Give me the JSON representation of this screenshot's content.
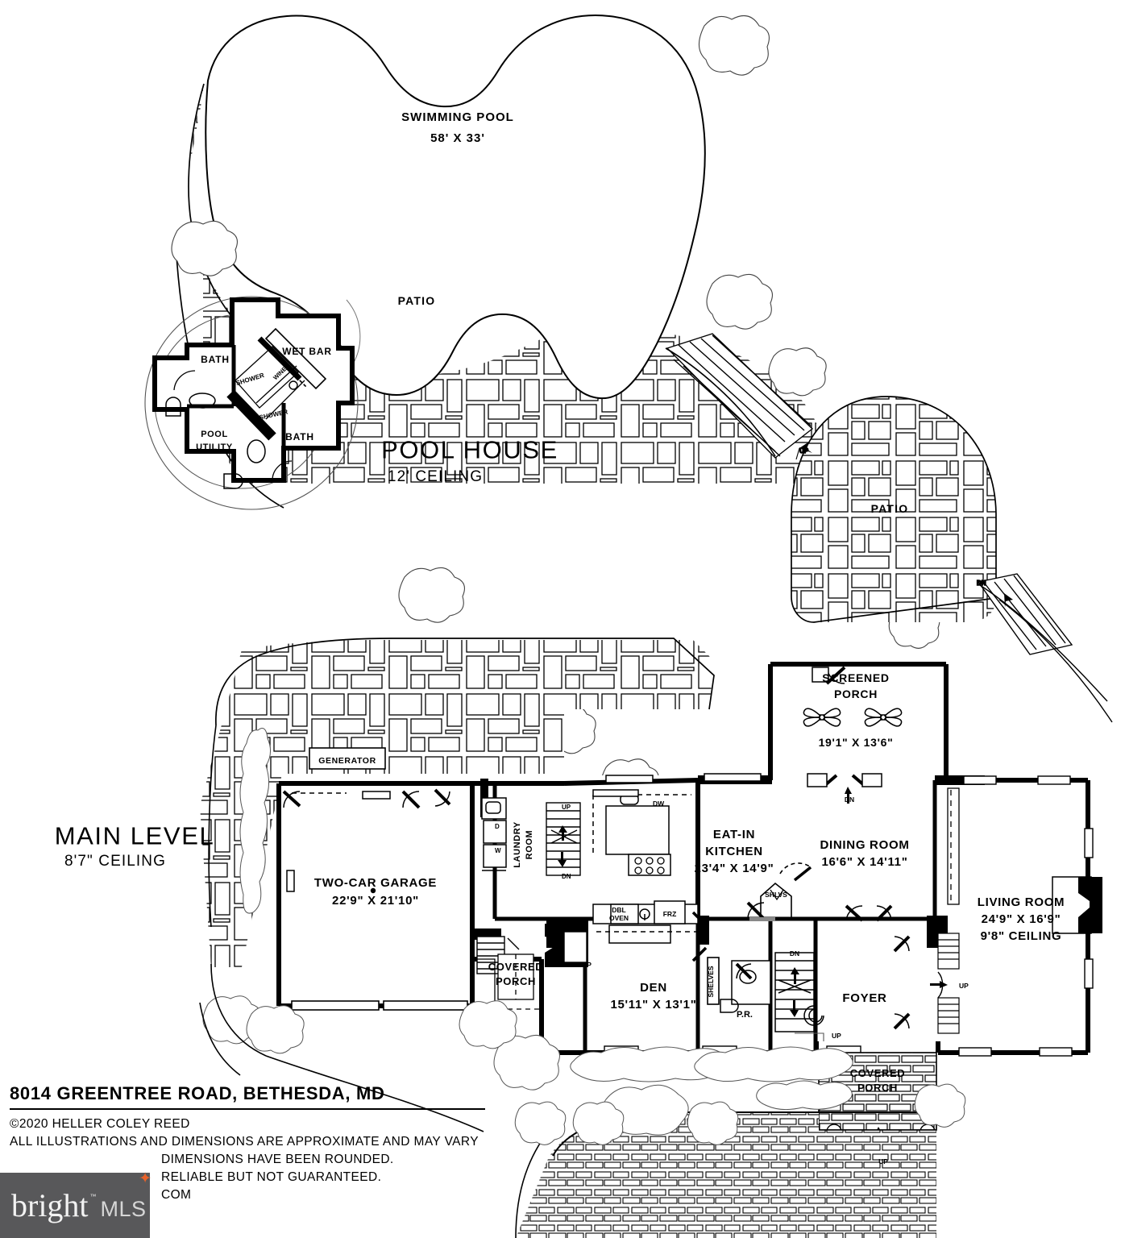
{
  "document": {
    "type": "architectural-floor-plan",
    "address": "8014 GREENTREE ROAD, BETHESDA, MD",
    "copyright": "©2020 HELLER COLEY REED",
    "disclaimer_lines": [
      "ALL ILLUSTRATIONS AND DIMENSIONS ARE APPROXIMATE AND MAY VARY",
      "DIMENSIONS HAVE BEEN ROUNDED.",
      "RELIABLE BUT NOT GUARANTEED.",
      "COM"
    ]
  },
  "watermark": {
    "brand": "bright",
    "suffix": "MLS",
    "tm": "™",
    "bg_color": "#58585a",
    "text_color": "#f2f2f2",
    "accent_color": "#e8622a"
  },
  "titles": {
    "pool_house": {
      "name": "POOL HOUSE",
      "ceiling": "12' CEILING"
    },
    "main_level": {
      "name": "MAIN LEVEL",
      "ceiling": "8'7\" CEILING"
    }
  },
  "outdoor": {
    "pool": {
      "label": "SWIMMING POOL",
      "dimensions": "58' X 33'"
    },
    "patio_upper": "PATIO",
    "patio_right": "PATIO"
  },
  "pool_house_rooms": [
    {
      "name": "BATH"
    },
    {
      "name": "WET BAR"
    },
    {
      "name": "WINE"
    },
    {
      "name": "SHOWER"
    },
    {
      "name": "SHOWER"
    },
    {
      "name": "POOL\nUTILITY"
    },
    {
      "name": "BATH"
    }
  ],
  "main_level_rooms": [
    {
      "name": "TWO-CAR GARAGE",
      "dimensions": "22'9\" X 21'10\""
    },
    {
      "name": "EAT-IN\nKITCHEN",
      "dimensions": "23'4\" X 14'9\""
    },
    {
      "name": "DINING ROOM",
      "dimensions": "16'6\" X 14'11\""
    },
    {
      "name": "LIVING ROOM",
      "dimensions": "24'9\" X 16'9\"",
      "ceiling": "9'8\" CEILING"
    },
    {
      "name": "DEN",
      "dimensions": "15'11\" X 13'1\""
    },
    {
      "name": "SCREENED\nPORCH",
      "dimensions": "19'1\" X 13'6\""
    },
    {
      "name": "FOYER"
    },
    {
      "name": "LAUNDRY\nROOM"
    },
    {
      "name": "COVERED\nPORCH"
    },
    {
      "name": "COVERED\nPORCH"
    },
    {
      "name": "P.R."
    }
  ],
  "fixtures": [
    {
      "label": "GENERATOR"
    },
    {
      "label": "DBL\nOVEN"
    },
    {
      "label": "FRZ"
    },
    {
      "label": "DW"
    },
    {
      "label": "D"
    },
    {
      "label": "W"
    },
    {
      "label": "FP"
    },
    {
      "label": "FP"
    },
    {
      "label": "SHELVES"
    },
    {
      "label": "SHLVS"
    }
  ],
  "stair_markers": [
    {
      "label": "UP"
    },
    {
      "label": "DN"
    },
    {
      "label": "DN"
    },
    {
      "label": "UP"
    },
    {
      "label": "UP"
    },
    {
      "label": "DN"
    },
    {
      "label": "UP"
    },
    {
      "label": "DN"
    }
  ]
}
